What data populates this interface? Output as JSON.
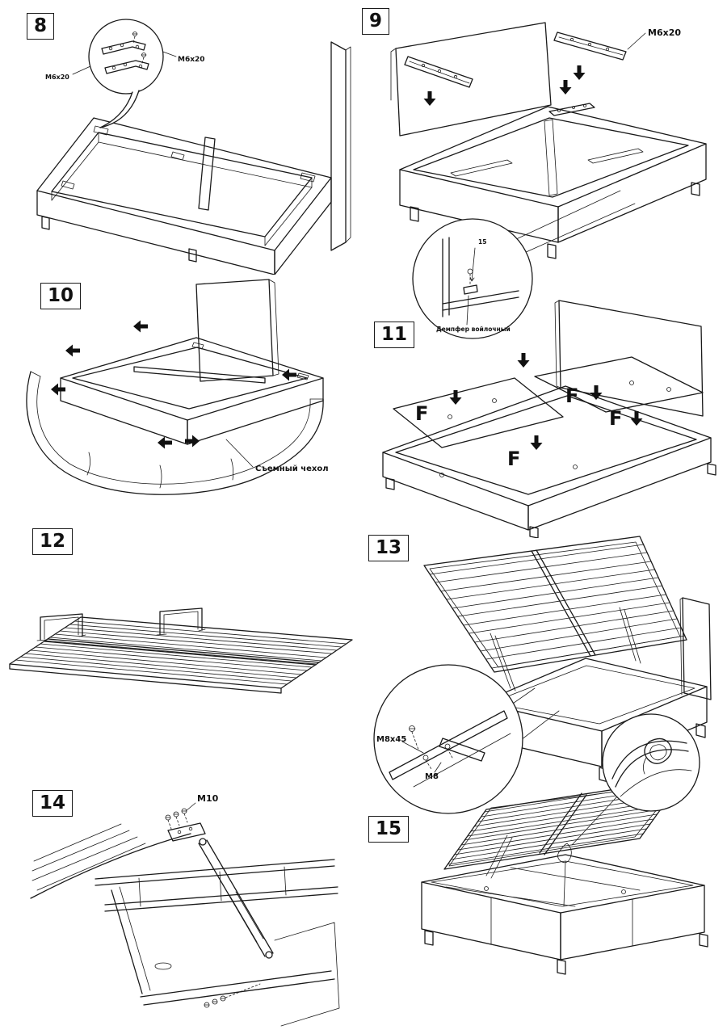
{
  "page": {
    "background": "#ffffff",
    "ink": "#1a1a1a"
  },
  "steps": {
    "s8": {
      "number": "8",
      "bolt_left": "M6x20",
      "bolt_right": "M6x20"
    },
    "s9": {
      "number": "9",
      "bolt": "M6x20",
      "damper": "Демпфер войлочный",
      "dim": "15"
    },
    "s10": {
      "number": "10",
      "cover": "Съемный чехол"
    },
    "s11": {
      "number": "11",
      "f": "F"
    },
    "s12": {
      "number": "12"
    },
    "s13": {
      "number": "13",
      "bolt": "M8x45",
      "nut": "M8"
    },
    "s14": {
      "number": "14",
      "bolt": "M10"
    },
    "s15": {
      "number": "15"
    }
  }
}
